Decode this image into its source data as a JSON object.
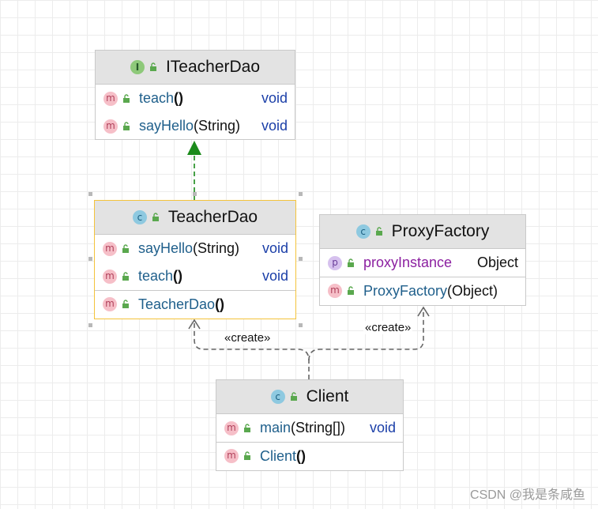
{
  "nodes": {
    "iteacherdao": {
      "title": "ITeacherDao",
      "icon": "interface-icon",
      "members": [
        {
          "name": "teach",
          "params": "()",
          "type": "void"
        },
        {
          "name": "sayHello",
          "params": "(String)",
          "type": "void"
        }
      ]
    },
    "teacherdao": {
      "title": "TeacherDao",
      "icon": "class-icon",
      "members": [
        {
          "name": "sayHello",
          "params": "(String)",
          "type": "void"
        },
        {
          "name": "teach",
          "params": "()",
          "type": "void"
        }
      ],
      "constructors": [
        {
          "name": "TeacherDao",
          "params": "()"
        }
      ]
    },
    "proxyfactory": {
      "title": "ProxyFactory",
      "icon": "class-icon",
      "fields": [
        {
          "name": "proxyInstance",
          "type": "Object"
        }
      ],
      "constructors": [
        {
          "name": "ProxyFactory",
          "params": "(Object)"
        }
      ]
    },
    "client": {
      "title": "Client",
      "icon": "runnable-class-icon",
      "members": [
        {
          "name": "main",
          "params": "(String[])",
          "type": "void"
        }
      ],
      "constructors": [
        {
          "name": "Client",
          "params": "()"
        }
      ]
    }
  },
  "edges": {
    "implements_color": "#1a8a1a",
    "create_label_left": "«create»",
    "create_label_right": "«create»"
  },
  "icon_glyphs": {
    "class": "c",
    "interface": "I",
    "method": "m",
    "property": "p"
  },
  "watermark": "CSDN @我是条咸鱼"
}
